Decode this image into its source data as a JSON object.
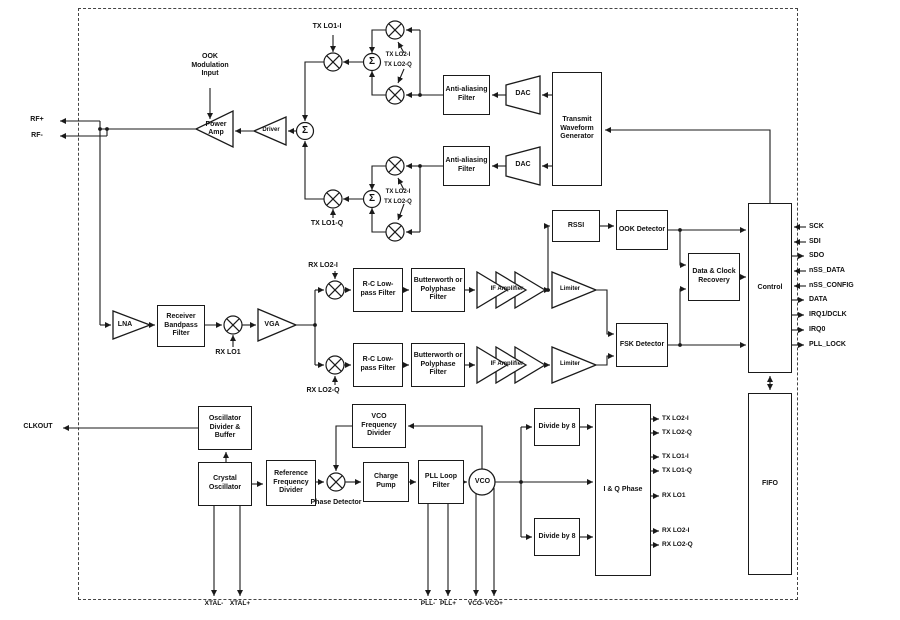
{
  "diagram": {
    "blocks": {
      "aa_filter": "Anti-aliasing Filter",
      "dac": "DAC",
      "twg": "Transmit Waveform Generator",
      "power_amp": "Power Amp",
      "driver": "Driver",
      "lna": "LNA",
      "rbf": "Receiver Bandpass Filter",
      "vga": "VGA",
      "rc_filter": "R-C Low-pass Filter",
      "butterworth": "Butterworth or Polyphase Filter",
      "if_amp": "IF Amplifier",
      "limiter": "Limiter",
      "rssi": "RSSI",
      "ook_detector": "OOK Detector",
      "fsk_detector": "FSK Detector",
      "dcr": "Data & Clock Recovery",
      "control": "Control",
      "fifo": "FIFO",
      "odb": "Oscillator Divider & Buffer",
      "xtal_osc": "Crystal Oscillator",
      "rfd": "Reference Frequency Divider",
      "phase_det": "Phase Detector",
      "charge_pump": "Charge Pump",
      "plf": "PLL Loop Filter",
      "vco": "VCO",
      "vfd": "VCO Frequency Divider",
      "div8": "Divide by 8",
      "iq_phase": "I & Q Phase"
    },
    "signals": {
      "ook_mod_input": "OOK Modulation Input",
      "tx_lo1_i": "TX LO1-I",
      "tx_lo1_q": "TX LO1-Q",
      "tx_lo2_i": "TX LO2-I",
      "tx_lo2_q": "TX LO2-Q",
      "rx_lo1": "RX LO1",
      "rx_lo2_i": "RX LO2-I",
      "rx_lo2_q": "RX LO2-Q"
    },
    "pins": {
      "left": {
        "rf_plus": "RF+",
        "rf_minus": "RF-",
        "clkout": "CLKOUT"
      },
      "right": {
        "sck": "SCK",
        "sdi": "SDI",
        "sdo": "SDO",
        "nss_data": "nSS_DATA",
        "nss_config": "nSS_CONFIG",
        "data": "DATA",
        "irq1_dclk": "IRQ1/DCLK",
        "irq0": "IRQ0",
        "pll_lock": "PLL_LOCK"
      },
      "bottom": {
        "xtal_minus": "XTAL-",
        "xtal_plus": "XTAL+",
        "pll_minus": "PLL-",
        "pll_plus": "PLL+",
        "vco_minus": "VCO-",
        "vco_plus": "VCO+"
      }
    },
    "symbols": {
      "sigma": "Σ"
    },
    "colors": {
      "line": "#1a1a1a",
      "background": "#ffffff"
    }
  }
}
